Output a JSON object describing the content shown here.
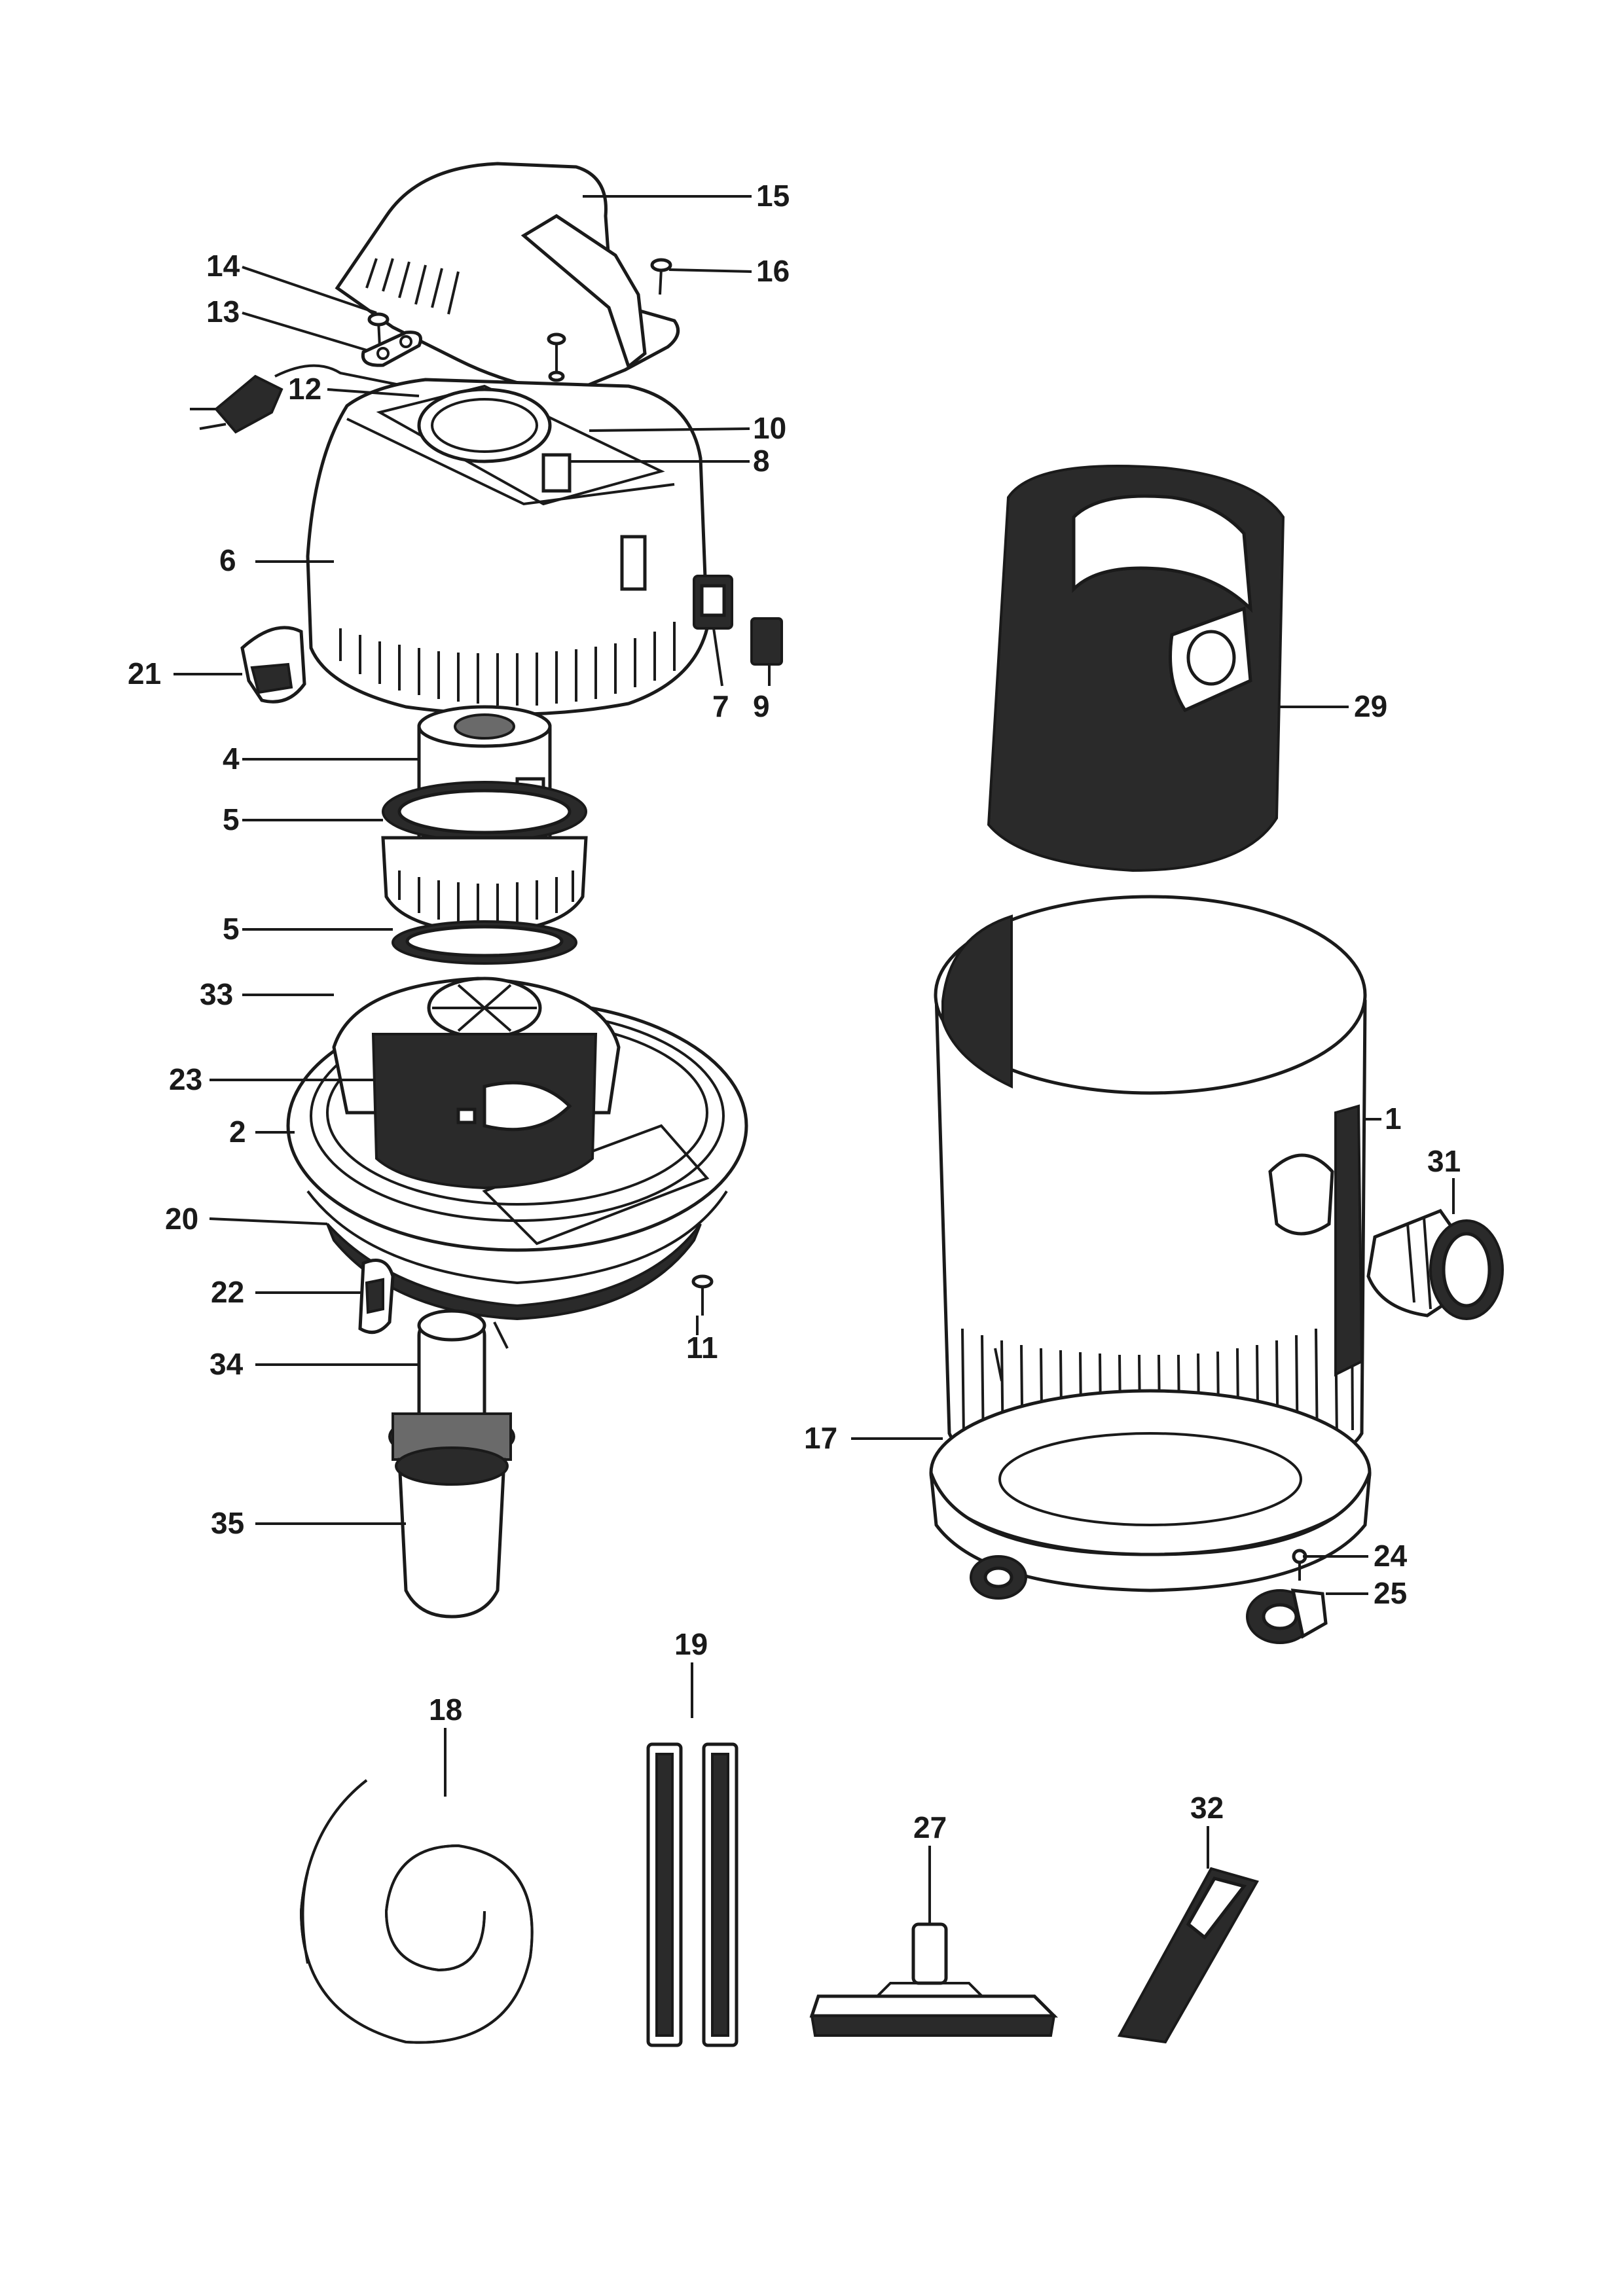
{
  "callouts": [
    {
      "id": "1",
      "label": "1"
    },
    {
      "id": "2",
      "label": "2"
    },
    {
      "id": "4",
      "label": "4"
    },
    {
      "id": "5a",
      "label": "5"
    },
    {
      "id": "5b",
      "label": "5"
    },
    {
      "id": "6",
      "label": "6"
    },
    {
      "id": "7",
      "label": "7"
    },
    {
      "id": "8",
      "label": "8"
    },
    {
      "id": "9",
      "label": "9"
    },
    {
      "id": "10",
      "label": "10"
    },
    {
      "id": "11",
      "label": "11"
    },
    {
      "id": "12",
      "label": "12"
    },
    {
      "id": "13",
      "label": "13"
    },
    {
      "id": "14",
      "label": "14"
    },
    {
      "id": "15",
      "label": "15"
    },
    {
      "id": "16",
      "label": "16"
    },
    {
      "id": "17",
      "label": "17"
    },
    {
      "id": "18",
      "label": "18"
    },
    {
      "id": "19",
      "label": "19"
    },
    {
      "id": "20",
      "label": "20"
    },
    {
      "id": "21",
      "label": "21"
    },
    {
      "id": "22",
      "label": "22"
    },
    {
      "id": "23",
      "label": "23"
    },
    {
      "id": "24",
      "label": "24"
    },
    {
      "id": "25",
      "label": "25"
    },
    {
      "id": "27",
      "label": "27"
    },
    {
      "id": "29",
      "label": "29"
    },
    {
      "id": "31",
      "label": "31"
    },
    {
      "id": "32",
      "label": "32"
    },
    {
      "id": "33",
      "label": "33"
    },
    {
      "id": "34",
      "label": "34"
    },
    {
      "id": "35",
      "label": "35"
    }
  ]
}
